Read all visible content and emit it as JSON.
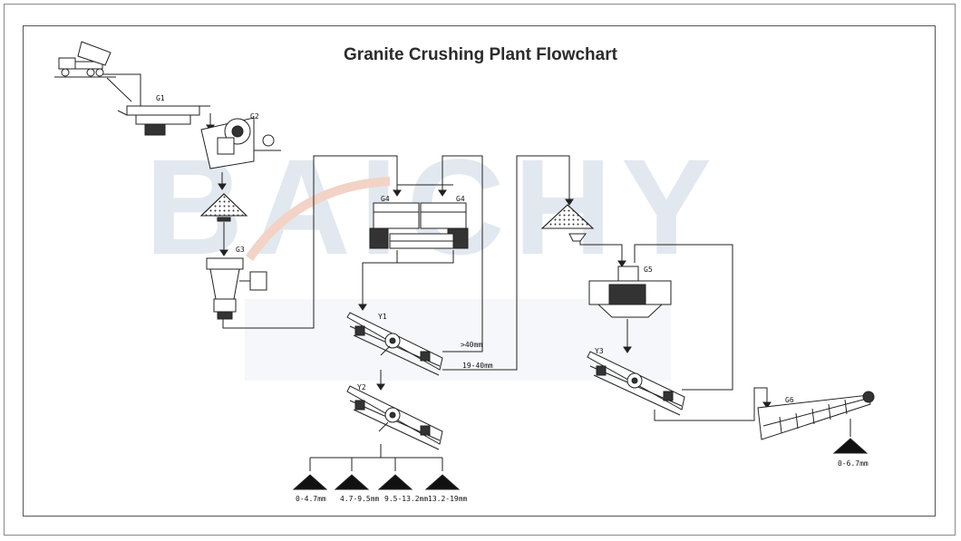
{
  "title": "Granite Crushing Plant Flowchart",
  "watermark": "BAICHY",
  "equipment": {
    "g1": "G1",
    "g2": "G2",
    "g3": "G3",
    "g4a": "G4",
    "g4b": "G4",
    "g5": "G5",
    "g6": "G6",
    "y1": "Y1",
    "y2": "Y2",
    "y3": "Y3"
  },
  "screen_outputs": {
    "oversize": ">40mm",
    "middle": "19-40mm"
  },
  "products": [
    "0-4.7mm",
    "4.7-9.5mm",
    "9.5-13.2mm",
    "13.2-19mm"
  ],
  "sand_product": "0-6.7mm",
  "colors": {
    "line": "#222222",
    "watermark": "#dfe6ee",
    "watermark_accent": "#f3d2c4"
  }
}
